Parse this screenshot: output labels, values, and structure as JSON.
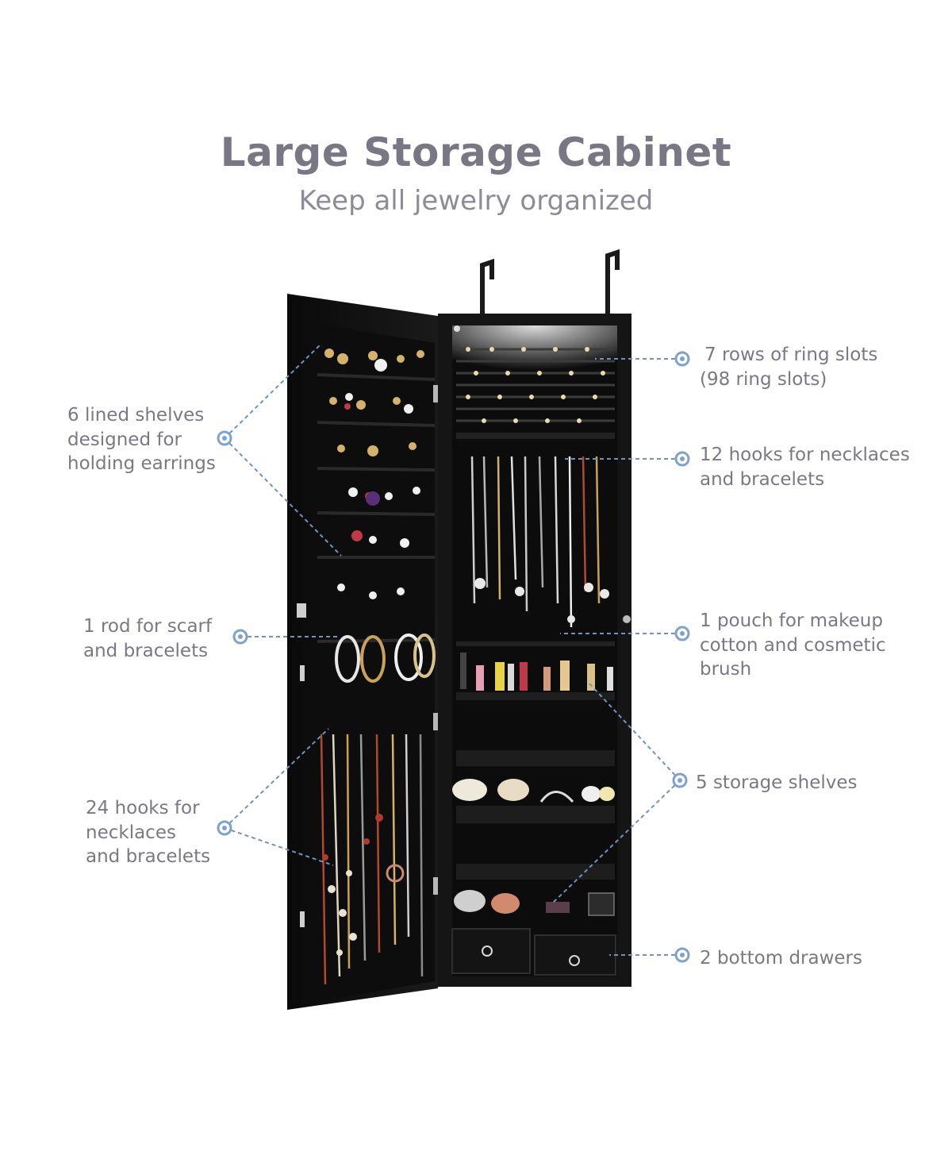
{
  "header": {
    "title": "Large Storage Cabinet",
    "subtitle": "Keep all jewelry organized"
  },
  "callouts": {
    "earring_shelves": [
      "6 lined shelves",
      "designed for",
      "holding earrings"
    ],
    "rod": [
      "1 rod for scarf",
      "and bracelets"
    ],
    "door_hooks": [
      "24 hooks for",
      "necklaces",
      "and bracelets"
    ],
    "ring_slots": [
      "7 rows of ring slots",
      "(98 ring slots)"
    ],
    "necklace_hooks": [
      "12 hooks for necklaces",
      "and bracelets"
    ],
    "pouch": [
      "1 pouch for makeup",
      "cotton and cosmetic",
      "brush"
    ],
    "shelves": [
      "5 storage shelves"
    ],
    "drawers": [
      "2 bottom drawers"
    ]
  },
  "colors": {
    "text": "#7b7886",
    "title": "#7a7785",
    "leader": "#6f93bd",
    "cabinet": "#111111"
  }
}
